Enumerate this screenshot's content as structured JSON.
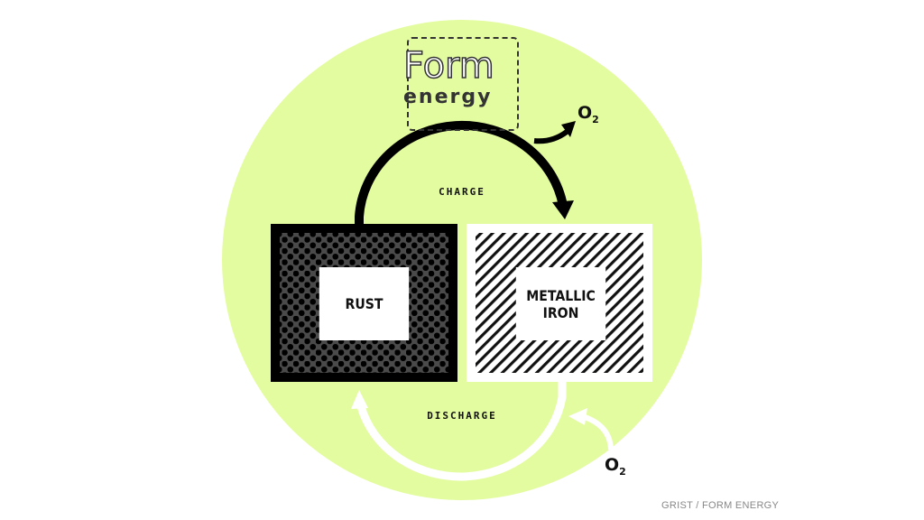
{
  "logo": {
    "line1": "Form",
    "line2": "energy"
  },
  "labels": {
    "charge": "CHARGE",
    "discharge": "DISCHARGE",
    "rust": "RUST",
    "metallic_iron_line1": "METALLIC",
    "metallic_iron_line2": "IRON",
    "o2_main": "O",
    "o2_sub": "2"
  },
  "credit": "GRIST / FORM ENERGY",
  "colors": {
    "circle": "#e4fca0",
    "ink": "#000000",
    "rust_fill": "#4a4a4a",
    "white": "#ffffff"
  }
}
